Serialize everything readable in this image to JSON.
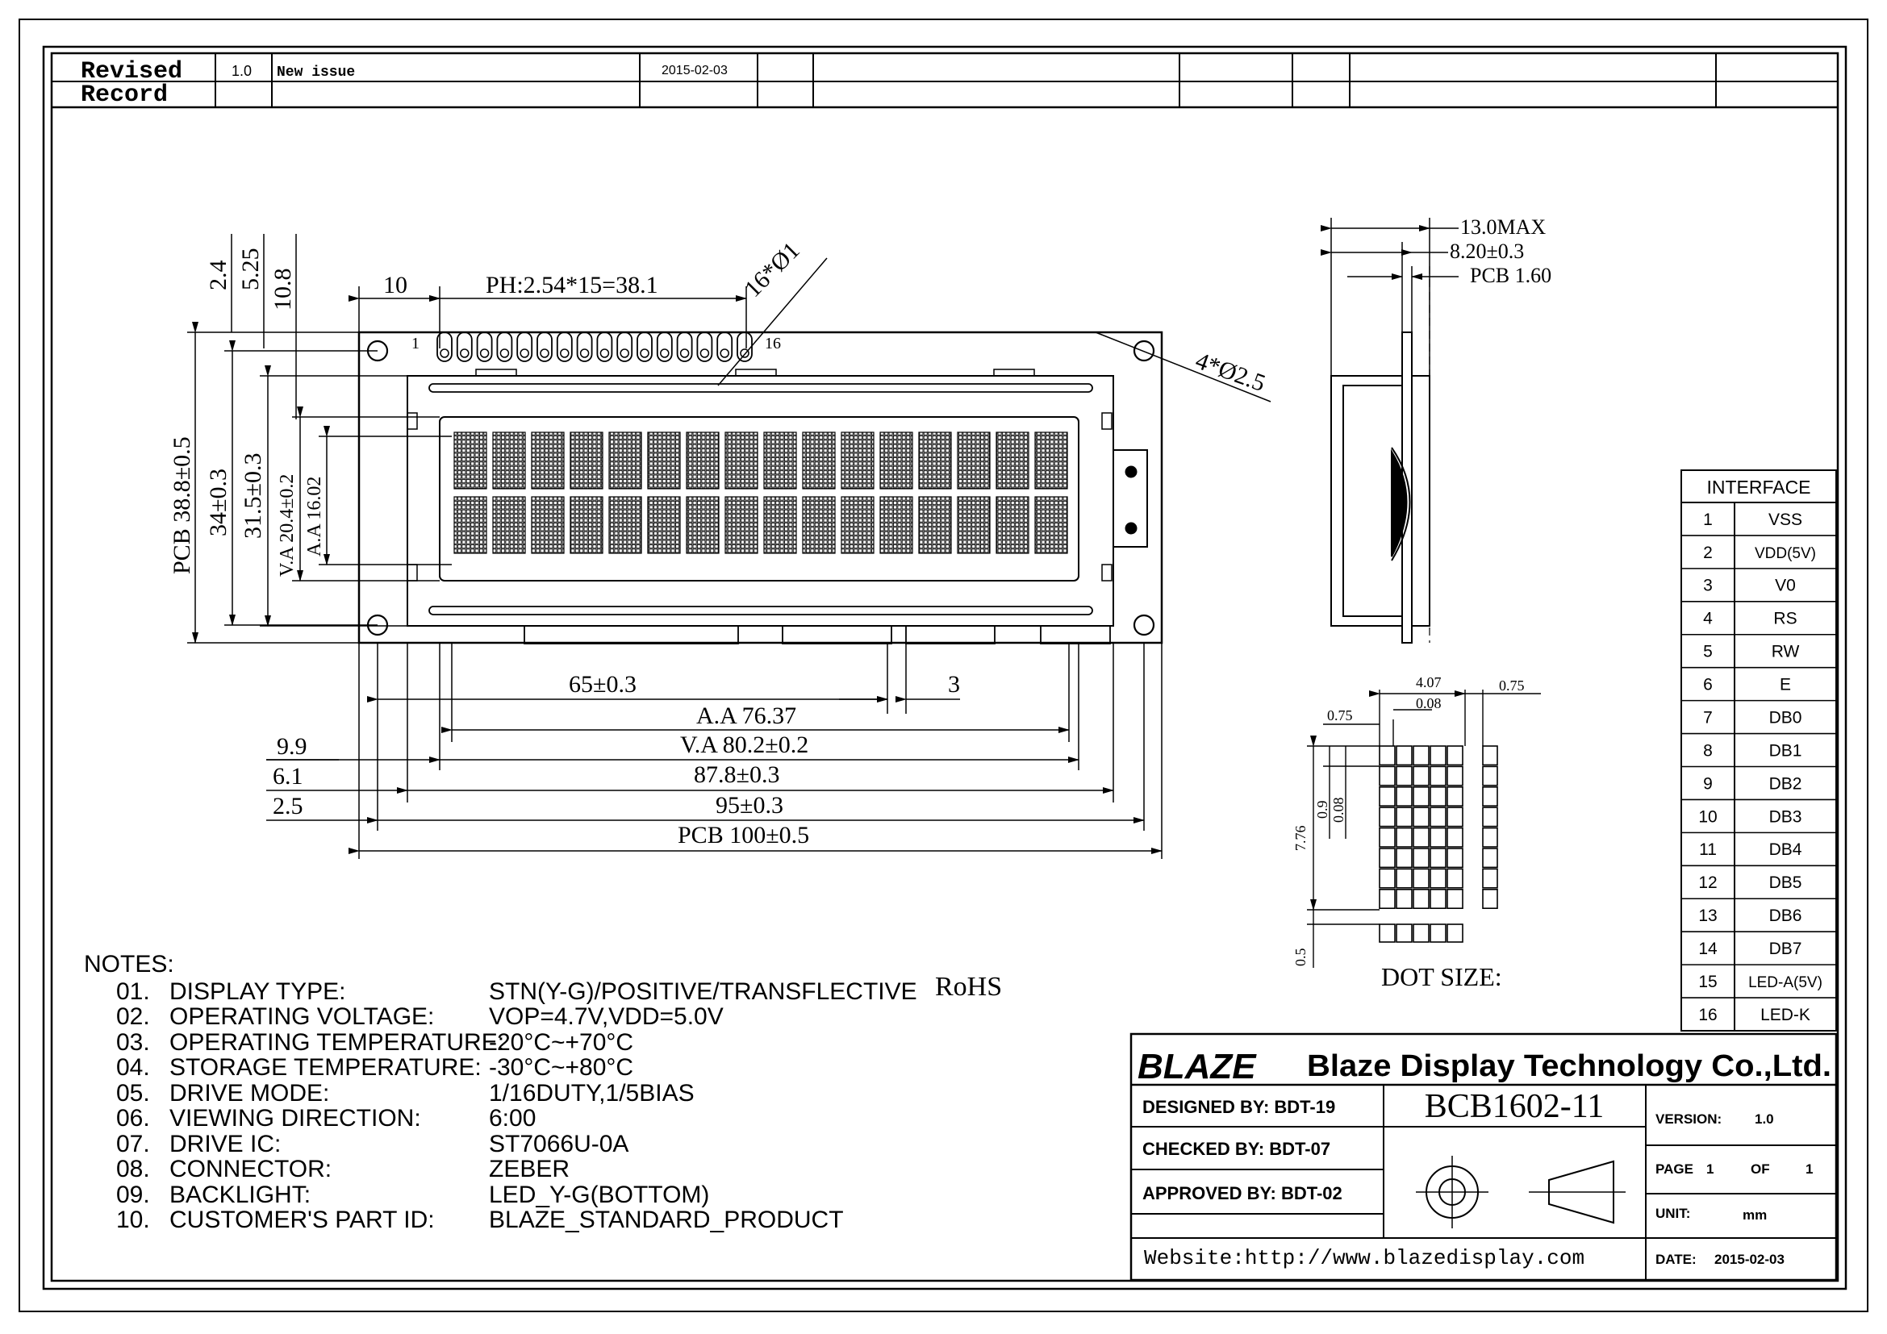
{
  "revision": {
    "header": "Revised Record",
    "header_l1": "Revised",
    "header_l2": "Record",
    "entries": [
      {
        "version": "1.0",
        "description": "New issue",
        "date": "2015-02-03"
      }
    ]
  },
  "front_view": {
    "top_dims": {
      "pin_offset": "10",
      "pitch": "PH:2.54*15=38.1",
      "pins": "16*Ø1"
    },
    "pin_first": "1",
    "pin_last": "16",
    "mount_holes": "4*Ø2.5",
    "left_dims": [
      "2.4",
      "5.25",
      "10.8"
    ],
    "vertical_dims": [
      "PCB 38.8±0.5",
      "34±0.3",
      "31.5±0.3",
      "V.A 20.4±0.2",
      "A.A 16.02"
    ],
    "bottom_dims": {
      "d65": "65±0.3",
      "d3": "3",
      "aa": "A.A 76.37",
      "va": "V.A 80.2±0.2",
      "d87": "87.8±0.3",
      "d95": "95±0.3",
      "pcb": "PCB 100±0.5",
      "left_99": "9.9",
      "left_61": "6.1",
      "left_25": "2.5"
    }
  },
  "side_view": {
    "max": "13.0MAX",
    "thick": "8.20±0.3",
    "pcb": "PCB 1.60"
  },
  "dot_size": {
    "label": "DOT SIZE:",
    "w407": "4.07",
    "w008": "0.08",
    "w075_left": "0.75",
    "w075_right": "0.75",
    "h776": "7.76",
    "h09": "0.9",
    "h008": "0.08",
    "h05": "0.5"
  },
  "interface": {
    "title": "INTERFACE",
    "pins": [
      {
        "no": "1",
        "name": "VSS"
      },
      {
        "no": "2",
        "name": "VDD(5V)"
      },
      {
        "no": "3",
        "name": "V0"
      },
      {
        "no": "4",
        "name": "RS"
      },
      {
        "no": "5",
        "name": "RW"
      },
      {
        "no": "6",
        "name": "E"
      },
      {
        "no": "7",
        "name": "DB0"
      },
      {
        "no": "8",
        "name": "DB1"
      },
      {
        "no": "9",
        "name": "DB2"
      },
      {
        "no": "10",
        "name": "DB3"
      },
      {
        "no": "11",
        "name": "DB4"
      },
      {
        "no": "12",
        "name": "DB5"
      },
      {
        "no": "13",
        "name": "DB6"
      },
      {
        "no": "14",
        "name": "DB7"
      },
      {
        "no": "15",
        "name": "LED-A(5V)"
      },
      {
        "no": "16",
        "name": "LED-K"
      }
    ]
  },
  "notes": {
    "title": "NOTES:",
    "items": [
      {
        "num": "01.",
        "label": "DISPLAY TYPE:",
        "value": "STN(Y-G)/POSITIVE/TRANSFLECTIVE",
        "extra": "RoHS"
      },
      {
        "num": "02.",
        "label": "OPERATING VOLTAGE:",
        "value": "VOP=4.7V,VDD=5.0V"
      },
      {
        "num": "03.",
        "label": "OPERATING TEMPERATURE:",
        "value": "-20°C~+70°C"
      },
      {
        "num": "04.",
        "label": "STORAGE TEMPERATURE:",
        "value": "-30°C~+80°C"
      },
      {
        "num": "05.",
        "label": "DRIVE MODE:",
        "value": "1/16DUTY,1/5BIAS"
      },
      {
        "num": "06.",
        "label": "VIEWING DIRECTION:",
        "value": "6:00"
      },
      {
        "num": "07.",
        "label": "DRIVE IC:",
        "value": "ST7066U-0A"
      },
      {
        "num": "08.",
        "label": "CONNECTOR:",
        "value": "ZEBER"
      },
      {
        "num": "09.",
        "label": "BACKLIGHT:",
        "value": "LED_Y-G(BOTTOM)"
      },
      {
        "num": "10.",
        "label": "CUSTOMER'S PART ID:",
        "value": "BLAZE_STANDARD_PRODUCT"
      }
    ]
  },
  "title_block": {
    "logo": "BLAZE",
    "company": "Blaze Display Technology Co.,Ltd.",
    "designed": "DESIGNED BY: BDT-19",
    "checked": "CHECKED BY: BDT-07",
    "approved": "APPROVED BY: BDT-02",
    "part_no": "BCB1602-11",
    "version_label": "VERSION:",
    "version": "1.0",
    "page_label": "PAGE",
    "page": "1",
    "of_label": "OF",
    "pages": "1",
    "unit_label": "UNIT:",
    "unit": "mm",
    "date_label": "DATE:",
    "date": "2015-02-03",
    "website": "Website:http://www.blazedisplay.com"
  }
}
